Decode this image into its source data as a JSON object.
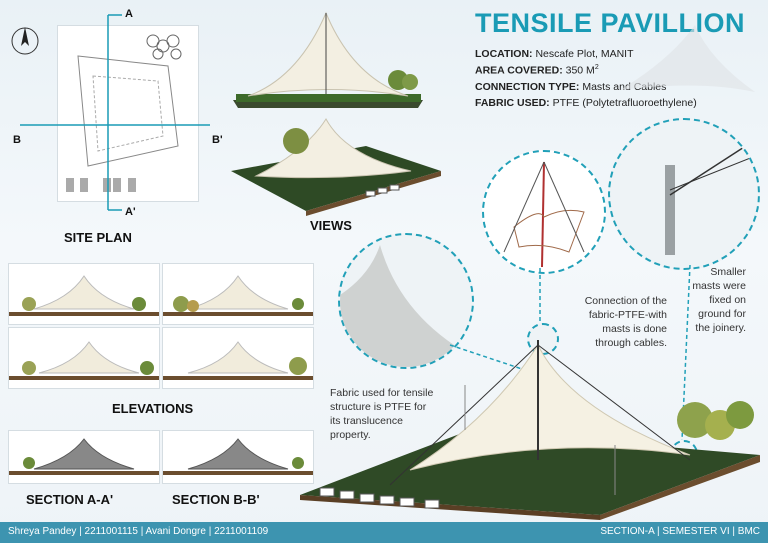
{
  "title": "TENSILE PAVILLION",
  "info": {
    "location_label": "LOCATION:",
    "location_value": "Nescafe Plot, MANIT",
    "area_label": "AREA COVERED:",
    "area_value": "350 M",
    "area_sup": "2",
    "connection_label": "CONNECTION TYPE:",
    "connection_value": "Masts and Cables",
    "fabric_label": "FABRIC USED:",
    "fabric_value": "PTFE (Polytetrafluoroethylene)"
  },
  "site_plan": {
    "label": "SITE PLAN",
    "marker_a": "A",
    "marker_a_prime": "A'",
    "marker_b": "B",
    "marker_b_prime": "B'"
  },
  "views_label": "VIEWS",
  "elevations_label": "ELEVATIONS",
  "section_aa_label": "SECTION A-A'",
  "section_bb_label": "SECTION B-B'",
  "notes": {
    "fabric_note": [
      "Fabric used for tensile",
      "structure is PTFE for",
      "its translucence",
      "property."
    ],
    "connection_note": [
      "Connection of the",
      "fabric-PTFE-with",
      "masts is done",
      "through cables."
    ],
    "masts_note": [
      "Smaller",
      "masts were",
      "fixed on",
      "ground for",
      "the joinery."
    ]
  },
  "footer": {
    "left": "Shreya Pandey | 2211001115 | Avani Dongre | 2211001109",
    "right": "SECTION-A | SEMESTER VI | BMC"
  },
  "colors": {
    "accent": "#1a9bb5",
    "footer_bg": "#3d94b0"
  }
}
